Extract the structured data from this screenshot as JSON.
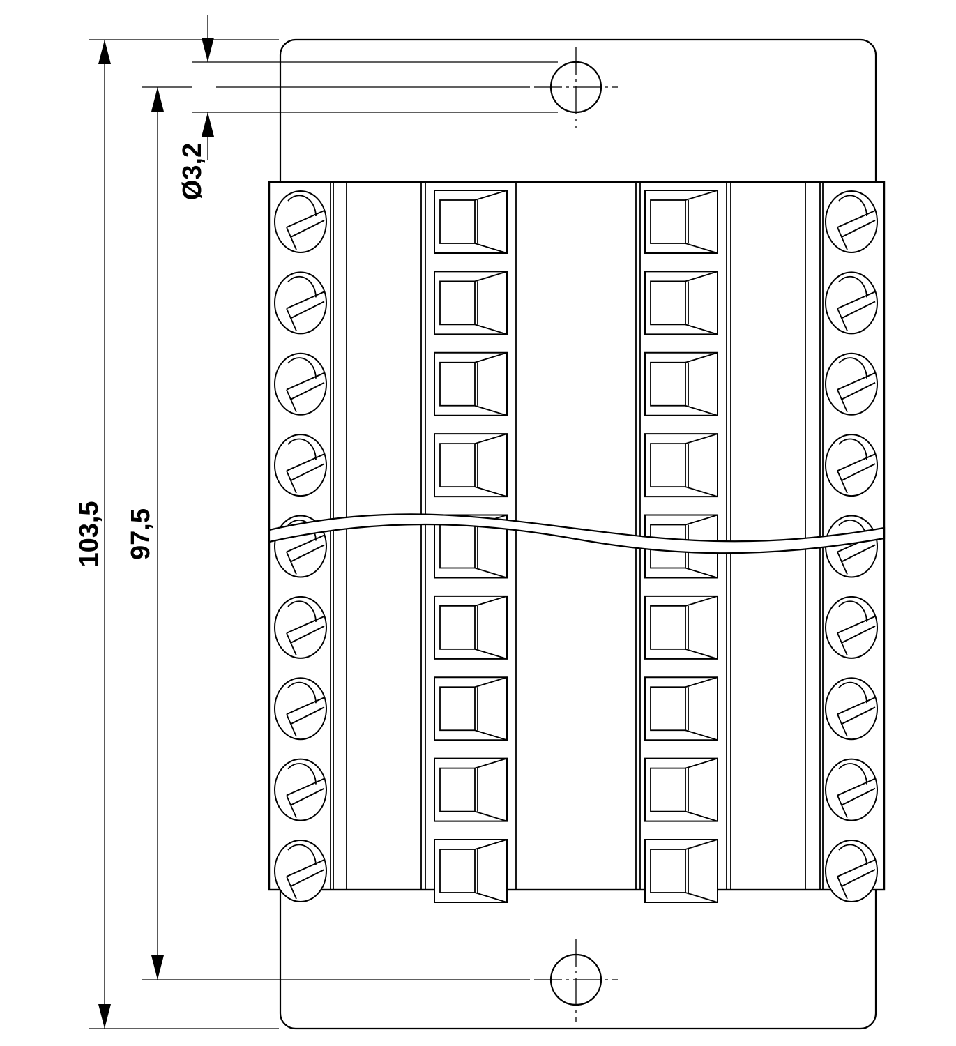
{
  "dimensions": {
    "overall_height": "103,5",
    "hole_spacing": "97,5",
    "hole_diameter": "Ø3,2"
  },
  "terminal_block": {
    "rows": 9,
    "columns": [
      "screw",
      "spring",
      "spring",
      "screw"
    ]
  },
  "colors": {
    "line": "#000000",
    "background": "#ffffff"
  }
}
